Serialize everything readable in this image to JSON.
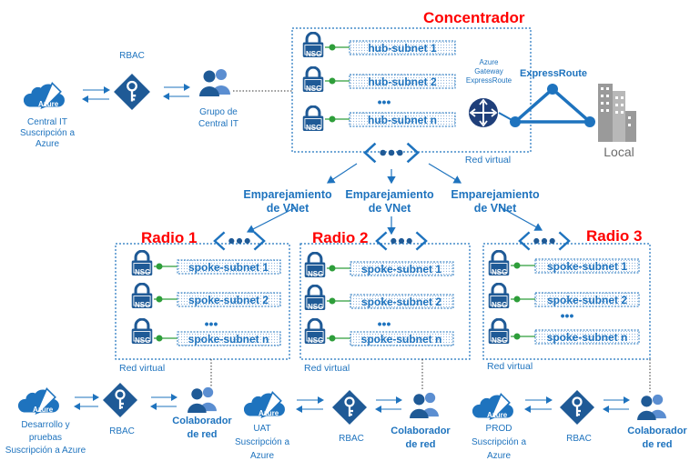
{
  "hub": {
    "title": "Concentrador",
    "subnets": [
      "hub-subnet 1",
      "hub-subnet 2",
      "hub-subnet n"
    ],
    "ellipsis": "•••",
    "vnet_label": "Red virtual",
    "nsg": "NSG",
    "gateway_label": [
      "Azure",
      "Gateway",
      "ExpressRoute"
    ]
  },
  "central": {
    "azure": "Azure",
    "subscription": [
      "Central IT",
      "Suscripción a",
      "Azure"
    ],
    "rbac": "RBAC",
    "group": [
      "Grupo de",
      "Central IT"
    ]
  },
  "expressroute": {
    "label": "ExpressRoute",
    "local": "Local"
  },
  "peering": {
    "left": [
      "Emparejamiento",
      "de VNet"
    ],
    "center": [
      "Emparejamiento",
      "de VNet"
    ],
    "right": [
      "Emparejamiento",
      "de VNet"
    ]
  },
  "spokes": [
    {
      "title": "Radio 1",
      "subnets": [
        "spoke-subnet 1",
        "spoke-subnet 2",
        "spoke-subnet n"
      ],
      "vnet_label": "Red virtual",
      "subscription": [
        "Desarrollo y",
        "pruebas",
        "Suscripción a Azure"
      ],
      "azure": "Azure",
      "rbac": "RBAC",
      "collab": [
        "Colaborador",
        "de red"
      ]
    },
    {
      "title": "Radio 2",
      "subnets": [
        "spoke-subnet 1",
        "spoke-subnet 2",
        "spoke-subnet n"
      ],
      "vnet_label": "Red virtual",
      "subscription": [
        "UAT",
        "Suscripción a",
        "Azure"
      ],
      "azure": "Azure",
      "rbac": "RBAC",
      "collab": [
        "Colaborador",
        "de red"
      ]
    },
    {
      "title": "Radio 3",
      "subnets": [
        "spoke-subnet 1",
        "spoke-subnet 2",
        "spoke-subnet n"
      ],
      "vnet_label": "Red virtual",
      "subscription": [
        "PROD",
        "Suscripción a",
        "Azure"
      ],
      "azure": "Azure",
      "rbac": "RBAC",
      "collab": [
        "Colaborador",
        "de red"
      ]
    }
  ],
  "colors": {
    "accent": "#1e73be",
    "icon_dark": "#1f5a96",
    "title_red": "#ff0000",
    "nsg_green": "#2e9e3a",
    "subnet_fill": "#e8f1fb",
    "building_gray": "#9a9a9a"
  }
}
